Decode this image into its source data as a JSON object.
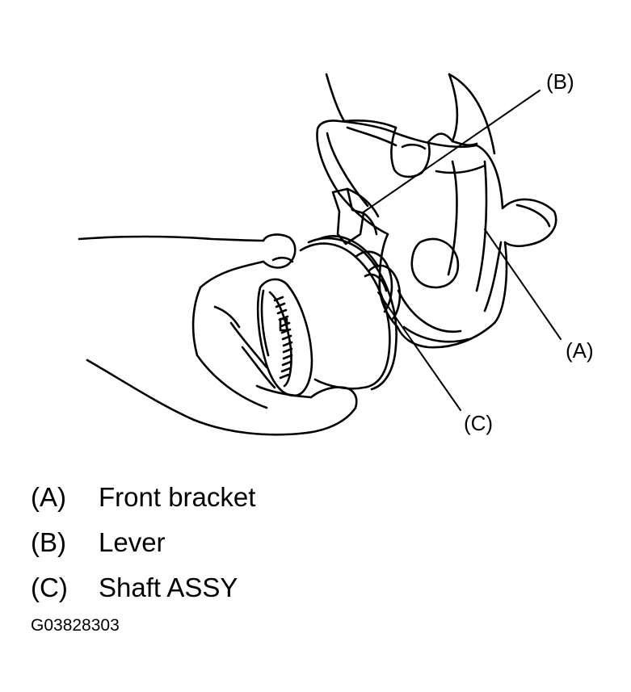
{
  "callouts": {
    "a": "(A)",
    "b": "(B)",
    "c": "(C)"
  },
  "legend": [
    {
      "key": "(A)",
      "label": "Front bracket"
    },
    {
      "key": "(B)",
      "label": "Lever"
    },
    {
      "key": "(C)",
      "label": "Shaft ASSY"
    }
  ],
  "figure_code": "G03828303"
}
